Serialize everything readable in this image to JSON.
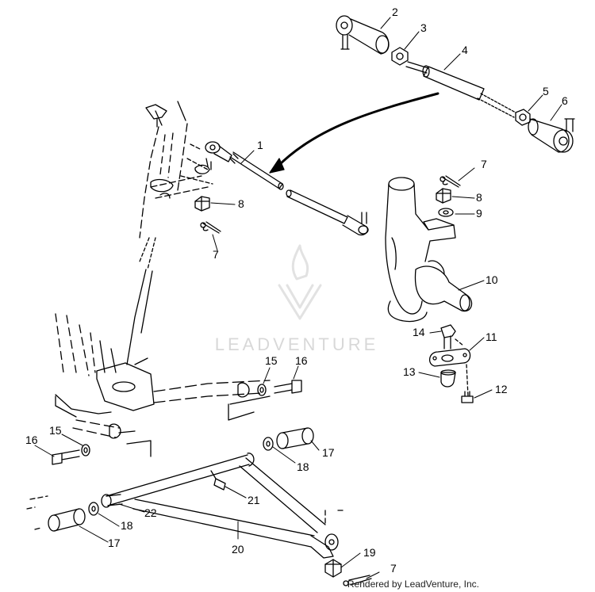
{
  "watermark": {
    "logo_icon": "flame-v-logo",
    "brand": "LEADVENTURE",
    "credit": "Rendered by LeadVenture, Inc."
  },
  "callouts": [
    "1",
    "2",
    "3",
    "4",
    "5",
    "6",
    "7",
    "8",
    "9",
    "10",
    "11",
    "12",
    "13",
    "14",
    "15",
    "16",
    "15",
    "16",
    "17",
    "18",
    "17",
    "18",
    "19",
    "20",
    "21",
    "22",
    "7",
    "8",
    "7"
  ],
  "parts": [
    {
      "ref": "1",
      "icon": "tie-rod-assembly"
    },
    {
      "ref": "2",
      "icon": "tie-rod-end-left"
    },
    {
      "ref": "3",
      "icon": "jam-nut"
    },
    {
      "ref": "4",
      "icon": "tie-rod"
    },
    {
      "ref": "5",
      "icon": "jam-nut"
    },
    {
      "ref": "6",
      "icon": "tie-rod-end-right"
    },
    {
      "ref": "7",
      "icon": "cotter-pin"
    },
    {
      "ref": "8",
      "icon": "castle-nut"
    },
    {
      "ref": "9",
      "icon": "washer"
    },
    {
      "ref": "10",
      "icon": "spindle"
    },
    {
      "ref": "11",
      "icon": "ball-joint-plate"
    },
    {
      "ref": "12",
      "icon": "bolt"
    },
    {
      "ref": "13",
      "icon": "ball-joint"
    },
    {
      "ref": "14",
      "icon": "bolt"
    },
    {
      "ref": "15",
      "icon": "washer"
    },
    {
      "ref": "16",
      "icon": "bolt"
    },
    {
      "ref": "17",
      "icon": "bushing-sleeve"
    },
    {
      "ref": "18",
      "icon": "washer"
    },
    {
      "ref": "19",
      "icon": "castle-nut"
    },
    {
      "ref": "20",
      "icon": "a-arm"
    },
    {
      "ref": "21",
      "icon": "grease-fitting"
    },
    {
      "ref": "22",
      "icon": "bushing"
    }
  ]
}
